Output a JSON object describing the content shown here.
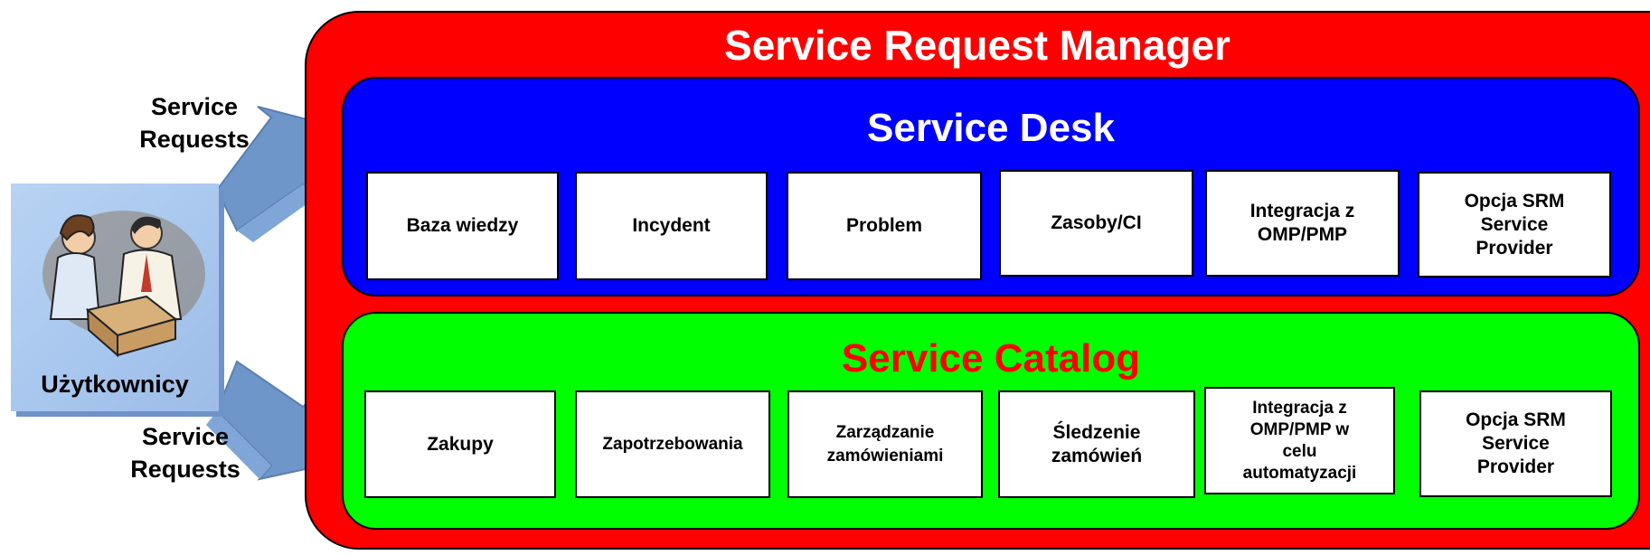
{
  "colors": {
    "outer": "#ff0000",
    "service_desk": "#0000ff",
    "service_catalog": "#00ff00",
    "arrow": "#6e96c8",
    "user_card": "#a9c7ee"
  },
  "outer": {
    "title": "Service Request Manager"
  },
  "users": {
    "label": "Użytkownicy",
    "icon": "office-workers-clipart-icon"
  },
  "requests": {
    "top_label": "Service\nRequests",
    "bottom_label": "Service\nRequests"
  },
  "service_desk": {
    "title": "Service Desk",
    "items": [
      "Baza wiedzy",
      "Incydent",
      "Problem",
      "Zasoby/CI",
      "Integracja  z\nOMP/PMP",
      "Opcja SRM\nService\nProvider"
    ]
  },
  "service_catalog": {
    "title": "Service Catalog",
    "items": [
      "Zakupy",
      "Zapotrzebowania",
      "Zarządzanie\nzamówieniami",
      "Śledzenie\nzamówień",
      "Integracja z\nOMP/PMP w\ncelu\nautomatyzacji",
      "Opcja SRM\nService\nProvider"
    ]
  }
}
